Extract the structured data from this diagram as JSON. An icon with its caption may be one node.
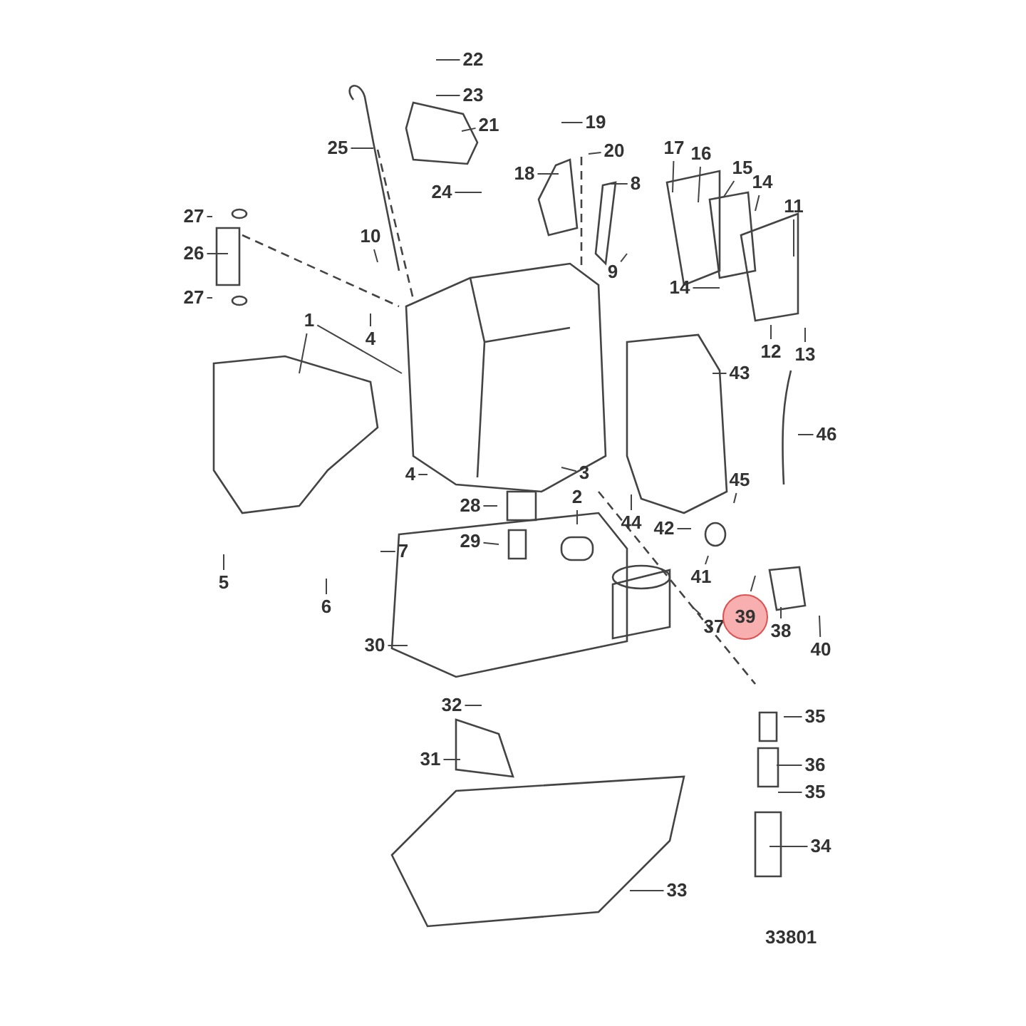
{
  "diagram": {
    "nodes": [
      {
        "text": [
          "22"
        ]
      },
      {
        "text": [
          "23"
        ]
      },
      {
        "text": [
          "21"
        ]
      },
      {
        "text": [
          "19"
        ]
      },
      {
        "text": [
          "20"
        ]
      },
      {
        "text": [
          "25"
        ]
      },
      {
        "text": [
          "18"
        ]
      },
      {
        "text": [
          "24"
        ]
      },
      {
        "text": [
          "17"
        ]
      },
      {
        "text": [
          "16"
        ]
      },
      {
        "text": [
          "15"
        ]
      },
      {
        "text": [
          "14"
        ]
      },
      {
        "text": [
          "8"
        ]
      },
      {
        "text": [
          "27"
        ]
      },
      {
        "text": [
          "11"
        ]
      },
      {
        "text": [
          "26"
        ]
      },
      {
        "text": [
          "10"
        ]
      },
      {
        "text": [
          "9"
        ]
      },
      {
        "text": [
          "14"
        ]
      },
      {
        "text": [
          "27"
        ]
      },
      {
        "text": [
          "4"
        ]
      },
      {
        "text": [
          "1"
        ]
      },
      {
        "text": [
          "12"
        ]
      },
      {
        "text": [
          "13"
        ]
      },
      {
        "text": [
          "43"
        ]
      },
      {
        "text": [
          "46"
        ]
      },
      {
        "text": [
          "4"
        ]
      },
      {
        "text": [
          "3"
        ]
      },
      {
        "text": [
          "45"
        ]
      },
      {
        "text": [
          "28"
        ]
      },
      {
        "text": [
          "2"
        ]
      },
      {
        "text": [
          "44"
        ]
      },
      {
        "text": [
          "42"
        ]
      },
      {
        "text": [
          "29"
        ]
      },
      {
        "text": [
          "7"
        ]
      },
      {
        "text": [
          "41"
        ]
      },
      {
        "text": [
          "5"
        ]
      },
      {
        "text": [
          "37"
        ]
      },
      {
        "text": [
          "6"
        ]
      },
      {
        "text": [
          "39"
        ]
      },
      {
        "text": [
          "38"
        ]
      },
      {
        "text": [
          "40"
        ]
      },
      {
        "text": [
          "30"
        ]
      },
      {
        "text": [
          "32"
        ]
      },
      {
        "text": [
          "35"
        ]
      },
      {
        "text": [
          "31"
        ]
      },
      {
        "text": [
          "36"
        ]
      },
      {
        "text": [
          "35"
        ]
      },
      {
        "text": [
          "34"
        ]
      },
      {
        "text": [
          "33"
        ]
      }
    ],
    "edges": [
      {
        "from": 0,
        "to": null,
        "arrow": "none"
      },
      {
        "from": 1,
        "to": null,
        "arrow": "none"
      },
      {
        "from": 2,
        "to": null,
        "arrow": "none"
      },
      {
        "from": 3,
        "to": null,
        "arrow": "none"
      },
      {
        "from": 4,
        "to": null,
        "arrow": "none"
      },
      {
        "from": 5,
        "to": null,
        "arrow": "none"
      },
      {
        "from": 6,
        "to": null,
        "arrow": "none"
      },
      {
        "from": 7,
        "to": null,
        "arrow": "none"
      },
      {
        "from": 8,
        "to": null,
        "arrow": "none"
      },
      {
        "from": 9,
        "to": null,
        "arrow": "none"
      },
      {
        "from": 10,
        "to": null,
        "arrow": "none"
      },
      {
        "from": 11,
        "to": null,
        "arrow": "none"
      },
      {
        "from": 12,
        "to": null,
        "arrow": "none"
      },
      {
        "from": 13,
        "to": null,
        "arrow": "none"
      },
      {
        "from": 14,
        "to": null,
        "arrow": "none"
      },
      {
        "from": 15,
        "to": null,
        "arrow": "none"
      },
      {
        "from": 16,
        "to": null,
        "arrow": "none"
      },
      {
        "from": 17,
        "to": null,
        "arrow": "none"
      },
      {
        "from": 18,
        "to": null,
        "arrow": "none"
      },
      {
        "from": 19,
        "to": null,
        "arrow": "none"
      },
      {
        "from": 20,
        "to": null,
        "arrow": "none"
      },
      {
        "from": 21,
        "to": null,
        "arrow": "none"
      },
      {
        "from": 21,
        "to": null,
        "arrow": "none"
      },
      {
        "from": 22,
        "to": null,
        "arrow": "none"
      },
      {
        "from": 23,
        "to": null,
        "arrow": "none"
      },
      {
        "from": 24,
        "to": null,
        "arrow": "none"
      },
      {
        "from": 25,
        "to": null,
        "arrow": "none"
      },
      {
        "from": 26,
        "to": null,
        "arrow": "none"
      },
      {
        "from": 27,
        "to": null,
        "arrow": "none"
      },
      {
        "from": 28,
        "to": null,
        "arrow": "none"
      },
      {
        "from": 29,
        "to": null,
        "arrow": "none"
      },
      {
        "from": 30,
        "to": null,
        "arrow": "none"
      },
      {
        "from": 31,
        "to": null,
        "arrow": "none"
      },
      {
        "from": 32,
        "to": null,
        "arrow": "none"
      },
      {
        "from": 33,
        "to": null,
        "arrow": "none"
      },
      {
        "from": 34,
        "to": null,
        "arrow": "none"
      },
      {
        "from": 35,
        "to": null,
        "arrow": "none"
      },
      {
        "from": 36,
        "to": null,
        "arrow": "none"
      },
      {
        "from": 37,
        "to": null,
        "arrow": "none"
      },
      {
        "from": 38,
        "to": null,
        "arrow": "none"
      },
      {
        "from": 39,
        "to": null,
        "arrow": "none"
      },
      {
        "from": 40,
        "to": null,
        "arrow": "none"
      },
      {
        "from": 41,
        "to": null,
        "arrow": "none"
      },
      {
        "from": 42,
        "to": null,
        "arrow": "none"
      },
      {
        "from": 43,
        "to": null,
        "arrow": "none"
      },
      {
        "from": 44,
        "to": null,
        "arrow": "none"
      },
      {
        "from": 45,
        "to": null,
        "arrow": "none"
      },
      {
        "from": 46,
        "to": null,
        "arrow": "none"
      },
      {
        "from": 47,
        "to": null,
        "arrow": "none"
      },
      {
        "from": 48,
        "to": null,
        "arrow": "none"
      },
      {
        "from": 49,
        "to": null,
        "arrow": "none"
      }
    ],
    "labels": [
      "33801"
    ]
  }
}
